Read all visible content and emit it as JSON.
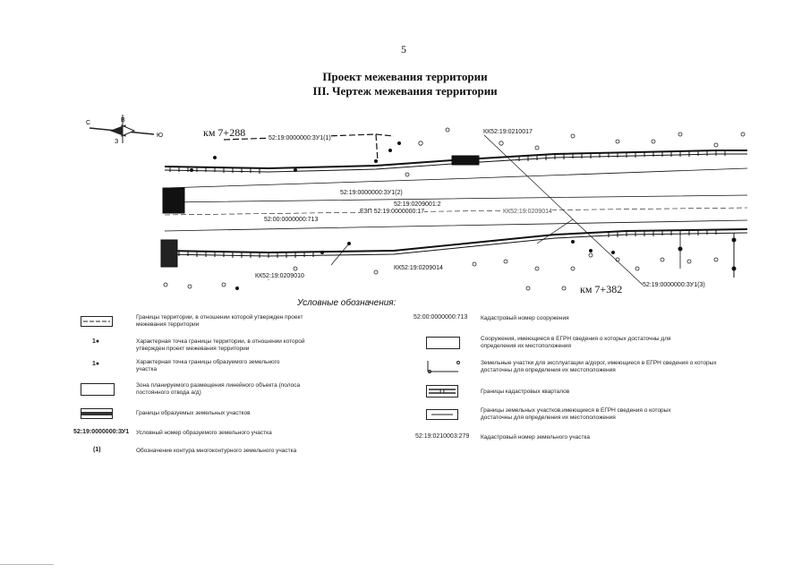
{
  "page_number": "5",
  "title": {
    "line1": "Проект межевания территории",
    "line2": "III. Чертеж межевания территории"
  },
  "map": {
    "km_left": "км 7+288",
    "km_right": "км 7+382",
    "labels": {
      "zu1_top": "52:19:0000000:ЗУ1(1)",
      "zu1_mid": "52:19:0000000:ЗУ1(2)",
      "kk_top": "КК52:19:0210017",
      "cadastral_202": "52:19:0209001:2",
      "ezp": "ЕЗП 52:19:0000000:17",
      "kk_mid": "КК52:19:0209014",
      "road_713": "52:00:0000000:713",
      "kk_bottom_left": "КК52:19:0209010",
      "kk_bottom_mid": "КК52:19:0209014",
      "zu1_3": "52:19:0000000:ЗУ1(3)"
    },
    "compass": {
      "n": "С",
      "s": "Ю",
      "w": "З",
      "e": "В"
    }
  },
  "legend": {
    "title": "Условные обозначения:",
    "left": [
      {
        "text": "Границы территории, в отношении которой утвержден  проект межевания территории"
      },
      {
        "symbol": "1●",
        "text": "Характерная точка границы территории, в отношении которой утвержден проект межевания территории"
      },
      {
        "symbol": "1●",
        "text": "Характерная точка границы образуемого земельного участка"
      },
      {
        "text": "Зона планируемого размещения линейного объекта (полоса постоянного отвода а/д)"
      },
      {
        "text": "Границы образуемых земельных участков"
      },
      {
        "symbol": "52:19:0000000:ЗУ1",
        "text": "Условный номер образуемого земельного участка"
      },
      {
        "symbol": "(1)",
        "text": "Обозначение контура многоконтурного земельного участка"
      }
    ],
    "right": [
      {
        "symbol": "52:00:0000000:713",
        "text": "Кадастровый номер сооружения"
      },
      {
        "text": "Сооружения, имеющиеся в ЕГРН сведения о которых достаточны для определения их местоположения"
      },
      {
        "text": "Земельные участки для эксплуатации а/дорог, имеющиеся в ЕГРН сведения о которых достаточны для определения их местоположения"
      },
      {
        "text": "Границы кадастровых кварталов"
      },
      {
        "text": "Границы земельных участков,имеющиеся в ЕГРН сведения о которых достаточны для определения их местоположения"
      },
      {
        "symbol": "52:19:0210003:279",
        "text": "Кадастровый номер земельного участка"
      }
    ]
  }
}
